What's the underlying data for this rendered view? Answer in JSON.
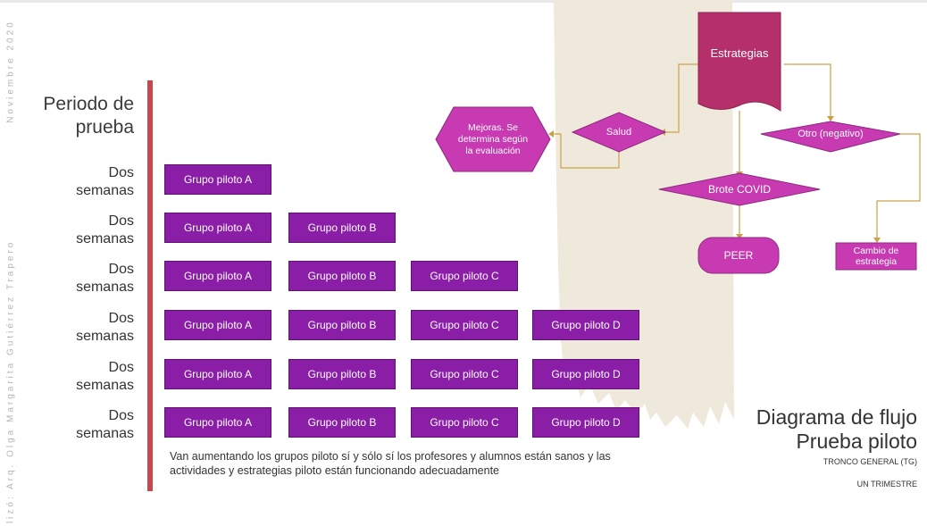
{
  "sidebar": {
    "date": "Noviembre 2020",
    "credit": "Realizó: Arq. Olga Margarita Gutiérrez Trapero"
  },
  "timeline": {
    "header": "Periodo de prueba",
    "rows": [
      {
        "duration": "Dos semanas",
        "groups": [
          "Grupo piloto A"
        ]
      },
      {
        "duration": "Dos semanas",
        "groups": [
          "Grupo piloto A",
          "Grupo piloto B"
        ]
      },
      {
        "duration": "Dos semanas",
        "groups": [
          "Grupo piloto A",
          "Grupo piloto B",
          "Grupo piloto C"
        ]
      },
      {
        "duration": "Dos semanas",
        "groups": [
          "Grupo piloto A",
          "Grupo piloto B",
          "Grupo piloto C",
          "Grupo piloto D"
        ]
      },
      {
        "duration": "Dos semanas",
        "groups": [
          "Grupo piloto A",
          "Grupo piloto B",
          "Grupo piloto C",
          "Grupo piloto D"
        ]
      },
      {
        "duration": "Dos semanas",
        "groups": [
          "Grupo piloto A",
          "Grupo piloto B",
          "Grupo piloto C",
          "Grupo piloto D"
        ]
      }
    ],
    "note": "Van aumentando los grupos piloto sí y sólo sí los profesores y alumnos están sanos y las actividades y estrategias piloto están funcionando  adecuadamente"
  },
  "flowchart": {
    "start": "Estrategias",
    "salud": "Salud",
    "otro": "Otro (negativo)",
    "mejoras": "Mejoras. Se determina según la evaluación",
    "brote": "Brote COVID",
    "peer": "PEER",
    "cambio": "Cambio de estrategia"
  },
  "diagram": {
    "title_line1": "Diagrama de flujo",
    "title_line2": "Prueba piloto",
    "subtitle": "TRONCO GENERAL (TG)",
    "period": "UN TRIMESTRE"
  },
  "colors": {
    "group_fill": "#8a1ea6",
    "flow_fill": "#c73ab2",
    "start_fill": "#b5306a",
    "connector": "#c9a14a",
    "backdrop": "#efe9dc",
    "accent_bar": "#c8474f"
  }
}
